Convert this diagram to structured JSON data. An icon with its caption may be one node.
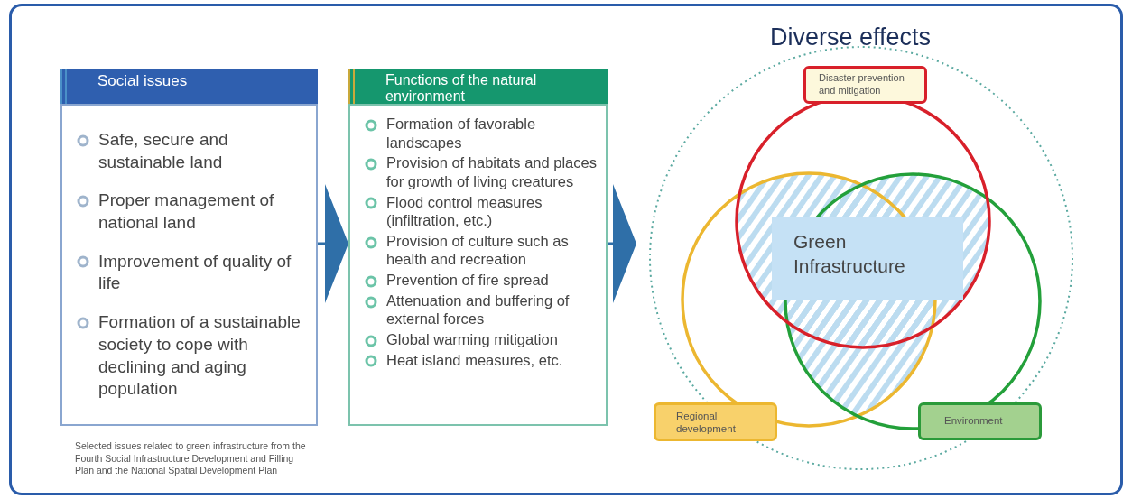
{
  "diagram": {
    "nodes": [
      {
        "text": [
          "Social issues",
          "Safe, secure and sustainable land",
          "Proper management of national land",
          "Improvement of quality of life",
          "Formation of a sustainable society to cope with declining and aging population"
        ],
        "beside": [
          "Selected issues related to green infrastructure from the Fourth Social Infrastructure Development and Filling Plan and the National Spatial Development Plan"
        ]
      },
      {
        "text": [
          "Functions of the natural environment",
          "Formation of favorable landscapes",
          "Provision of habitats and places for growth of living creatures",
          "Flood control measures (infiltration, etc.)",
          "Provision of culture such as health and recreation",
          "Prevention of fire spread",
          "Attenuation and buffering of external forces",
          "Global warming mitigation",
          "Heat island measures, etc."
        ]
      },
      {
        "text": [
          "Diverse effects"
        ]
      },
      {
        "text": [
          "Disaster prevention and mitigation"
        ],
        "in": 2
      },
      {
        "text": [
          "Green Infrastructure"
        ],
        "in": 2
      },
      {
        "text": [
          "Regional development"
        ],
        "in": 2
      },
      {
        "text": [
          "Environment"
        ],
        "in": 2
      }
    ],
    "edges": [
      {
        "from": 0,
        "to": 1,
        "arrow": "to"
      },
      {
        "from": 1,
        "to": 2,
        "arrow": "to"
      }
    ]
  }
}
